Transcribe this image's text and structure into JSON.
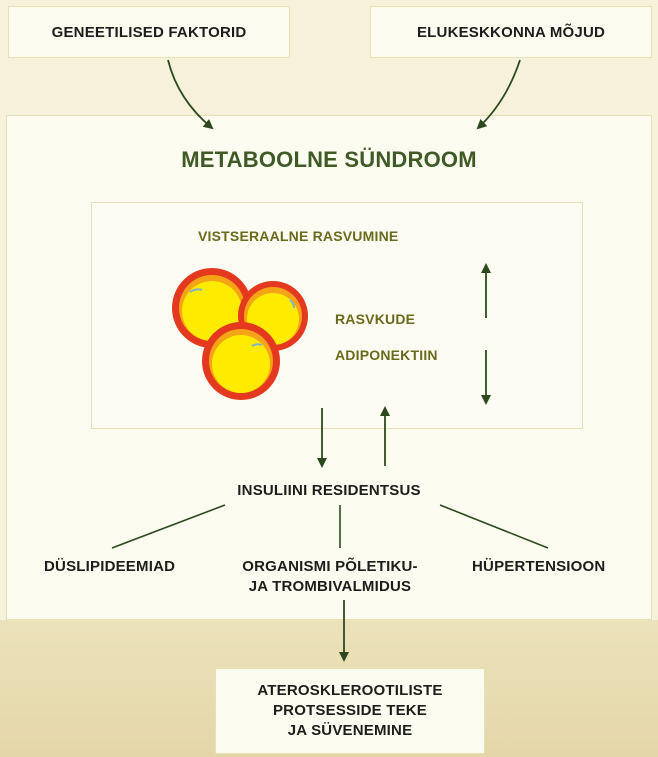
{
  "top_left_box": "GENEETILISED FAKTORID",
  "top_right_box": "ELUKESKKONNA MÕJUD",
  "main_title": "METABOOLNE SÜNDROOM",
  "inner": {
    "visceral": "VISTSERAALNE RASVUMINE",
    "fat_tissue": "RASVKUDE",
    "adiponectin": "ADIPONEKTIIN"
  },
  "insulin": "INSULIINI RESIDENTSUS",
  "outcomes": {
    "left": "DÜSLIPIDEEMIAD",
    "center_line1": "ORGANISMI PÕLETIKU-",
    "center_line2": "JA TROMBIVALMIDUS",
    "right": "HÜPERTENSIOON"
  },
  "final_box": {
    "line1": "ATEROSKLEROOTILISTE",
    "line2": "PROTSESSIDE TEKE",
    "line3": "JA SÜVENEMINE"
  },
  "colors": {
    "arrow": "#2d4a1e",
    "title": "#3f5a24",
    "olive_text": "#6a6a1c",
    "cell_outer": "#e5391f",
    "cell_ring": "#f5a417",
    "cell_inner": "#ffeb00"
  }
}
